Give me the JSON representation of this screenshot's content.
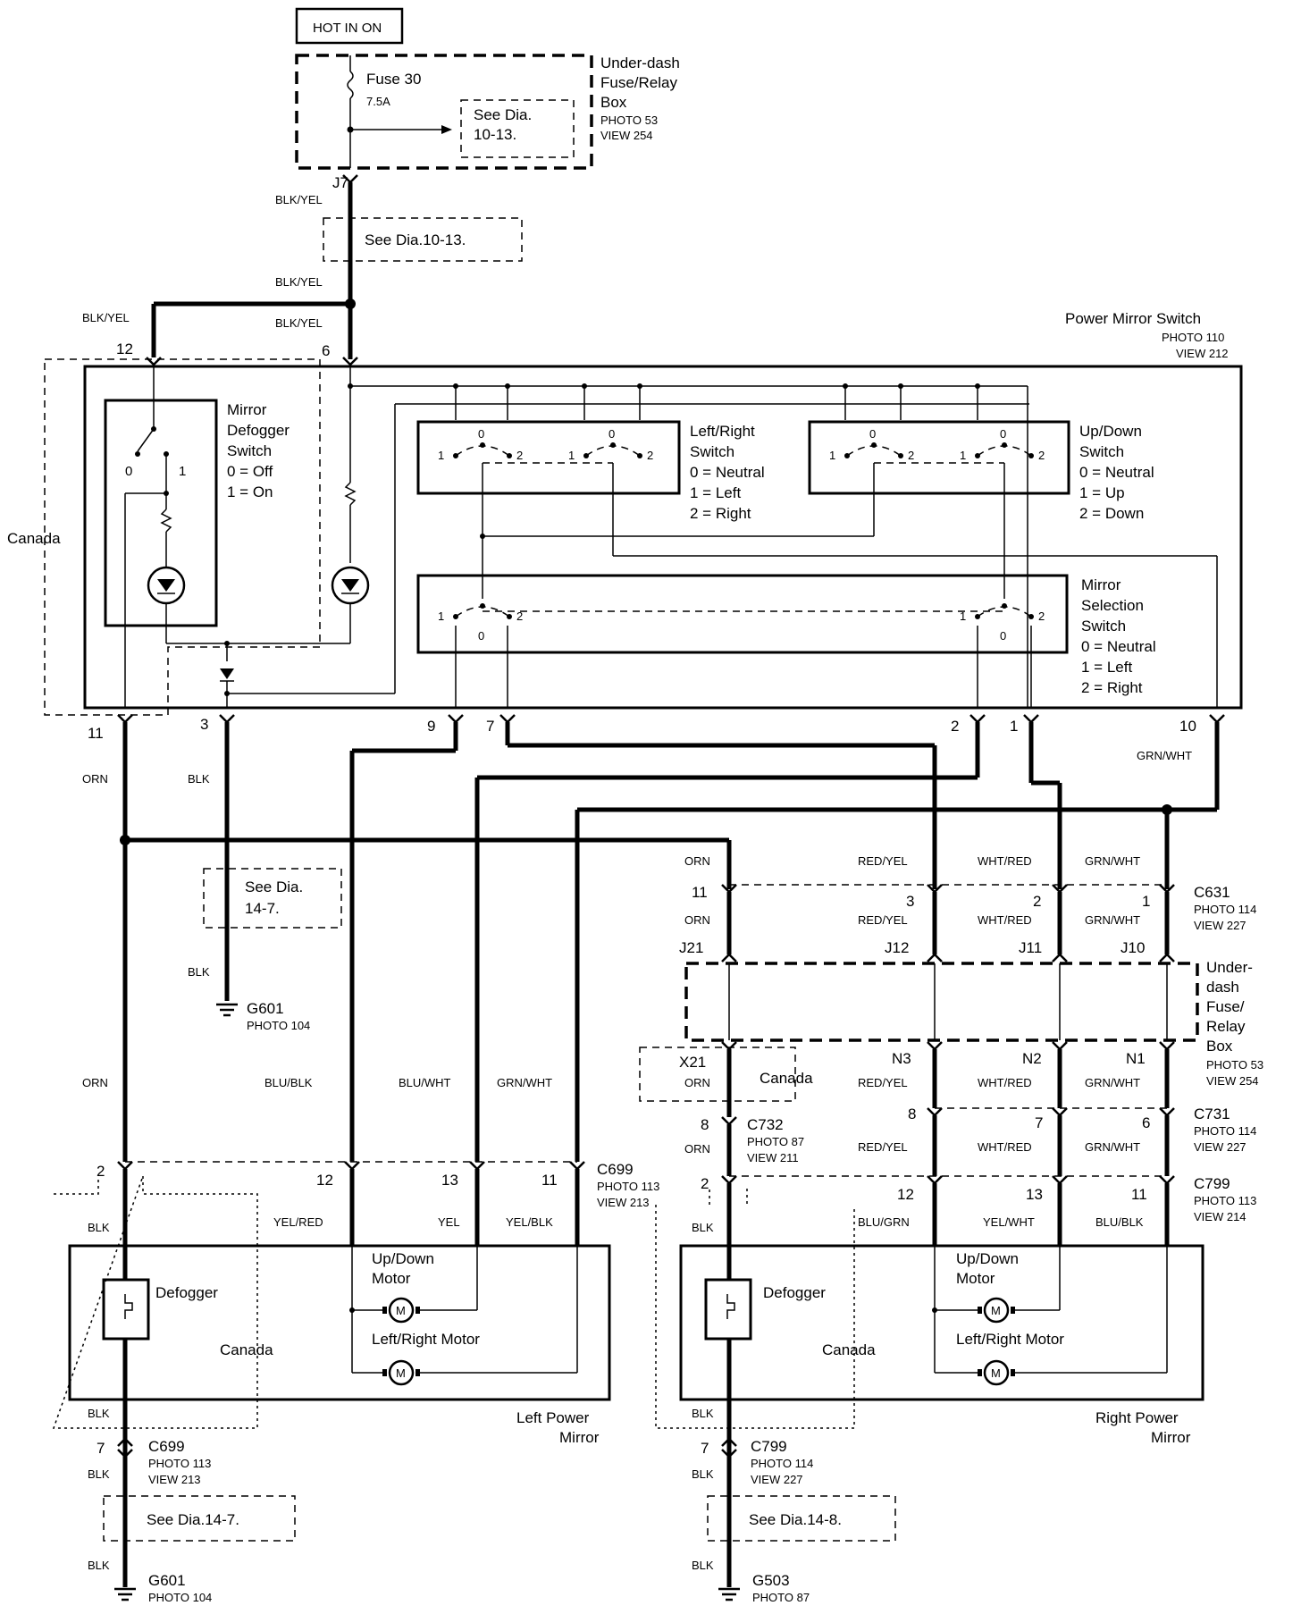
{
  "hot_in_on": "HOT IN ON",
  "fuse_box_top": {
    "title": [
      "Under-dash",
      "Fuse/Relay",
      "Box"
    ],
    "photo": "PHOTO 53",
    "view": "VIEW 254",
    "fuse_name": "Fuse 30",
    "fuse_rating": "7.5A",
    "see_dia": [
      "See Dia.",
      "10-13."
    ]
  },
  "j7": "J7",
  "wire_colors": {
    "blk_yel": "BLK/YEL",
    "orn": "ORN",
    "blk": "BLK",
    "grn_wht": "GRN/WHT",
    "red_yel": "RED/YEL",
    "wht_red": "WHT/RED",
    "blu_blk": "BLU/BLK",
    "blu_wht": "BLU/WHT",
    "yel_red": "YEL/RED",
    "yel": "YEL",
    "yel_blk": "YEL/BLK",
    "blu_grn": "BLU/GRN",
    "yel_wht": "YEL/WHT"
  },
  "see_dia_10_13": "See  Dia.10-13.",
  "power_mirror_switch": {
    "title": "Power Mirror Switch",
    "photo": "PHOTO 110",
    "view": "VIEW 212",
    "canada": "Canada",
    "pins": {
      "p12": "12",
      "p6": "6",
      "p11": "11",
      "p3": "3",
      "p9": "9",
      "p7": "7",
      "p2": "2",
      "p1": "1",
      "p10": "10"
    },
    "defogger_switch": {
      "label": [
        "Mirror",
        "Defogger",
        "Switch",
        "0 =  Off",
        "1 =  On"
      ],
      "pos0": "0",
      "pos1": "1"
    },
    "left_right_switch": {
      "label": [
        "Left/Right",
        "Switch",
        "0 =  Neutral",
        "1 =  Left",
        "2 =  Right"
      ]
    },
    "up_down_switch": {
      "label": [
        "Up/Down",
        "Switch",
        "0 =  Neutral",
        "1 =  Up",
        "2 =  Down"
      ]
    },
    "selection_switch": {
      "label": [
        "Mirror",
        "Selection",
        "Switch",
        "0 =  Neutral",
        "1 =  Left",
        "2 =  Right"
      ]
    },
    "pos_labels": {
      "one": "1",
      "zero": "0",
      "two": "2"
    }
  },
  "see_dia_14_7_mid": [
    "See  Dia.",
    "14-7."
  ],
  "g601_mid": {
    "name": "G601",
    "photo": "PHOTO 104"
  },
  "c631": {
    "name": "C631",
    "photo": "PHOTO 114",
    "view": "VIEW 227",
    "pins": [
      "11",
      "3",
      "2",
      "1"
    ]
  },
  "j_terms": [
    "J21",
    "J12",
    "J11",
    "J10"
  ],
  "fuse_box_mid": {
    "title": [
      "Under-",
      "dash",
      "Fuse/",
      "Relay",
      "Box"
    ],
    "photo": "PHOTO 53",
    "view": "VIEW 254"
  },
  "x21": "X21",
  "canada_mid": "Canada",
  "n_terms": [
    "N3",
    "N2",
    "N1"
  ],
  "c731": {
    "name": "C731",
    "photo": "PHOTO 114",
    "view": "VIEW 227",
    "pins": [
      "8",
      "7",
      "6"
    ]
  },
  "c732": {
    "name": "C732",
    "photo": "PHOTO 87",
    "view": "VIEW 211",
    "pin": "8"
  },
  "c699_top": {
    "name": "C699",
    "photo": "PHOTO 113",
    "view": "VIEW 213",
    "pins": [
      "2",
      "12",
      "13",
      "11"
    ]
  },
  "c799_top": {
    "name": "C799",
    "photo": "PHOTO 113",
    "view": "VIEW 214",
    "pins": [
      "2",
      "12",
      "13",
      "11"
    ]
  },
  "left_mirror": {
    "title": [
      "Left Power",
      "Mirror"
    ],
    "defogger": "Defogger",
    "canada": "Canada",
    "updown_motor": [
      "Up/Down",
      "Motor"
    ],
    "lr_motor": "Left/Right Motor",
    "motor_symbol": "M"
  },
  "right_mirror": {
    "title": [
      "Right Power",
      "Mirror"
    ],
    "defogger": "Defogger",
    "canada": "Canada",
    "updown_motor": [
      "Up/Down",
      "Motor"
    ],
    "lr_motor": "Left/Right Motor",
    "motor_symbol": "M"
  },
  "c699_bottom": {
    "name": "C699",
    "photo": "PHOTO 113",
    "view": "VIEW 213",
    "pin": "7"
  },
  "c799_bottom": {
    "name": "C799",
    "photo": "PHOTO 114",
    "view": "VIEW 227",
    "pin": "7"
  },
  "see_dia_14_7_bottom": "See Dia.14-7.",
  "see_dia_14_8_bottom": "See Dia.14-8.",
  "g601_bottom": {
    "name": "G601",
    "photo": "PHOTO 104"
  },
  "g503_bottom": {
    "name": "G503",
    "photo": "PHOTO 87"
  }
}
